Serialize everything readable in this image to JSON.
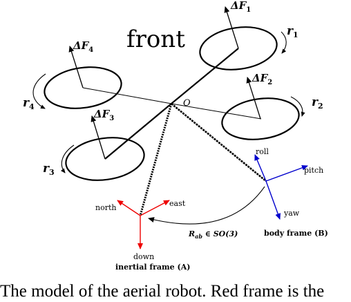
{
  "labels": {
    "front": "front",
    "origin": "O",
    "forces": {
      "f1": {
        "name": "ΔF",
        "sub": "1"
      },
      "f2": {
        "name": "ΔF",
        "sub": "2"
      },
      "f3": {
        "name": "ΔF",
        "sub": "3"
      },
      "f4": {
        "name": "ΔF",
        "sub": "4"
      }
    },
    "rotors": {
      "r1": {
        "name": "r",
        "sub": "1"
      },
      "r2": {
        "name": "r",
        "sub": "2"
      },
      "r3": {
        "name": "r",
        "sub": "3"
      },
      "r4": {
        "name": "r",
        "sub": "4"
      }
    },
    "body_axes": {
      "roll": "roll",
      "pitch": "pitch",
      "yaw": "yaw"
    },
    "inertial_axes": {
      "north": "north",
      "east": "east",
      "down": "down"
    },
    "body_frame": "body frame (B)",
    "inertial_frame": "inertial frame (A)",
    "rotation": {
      "prefix": "R",
      "sub": "ab",
      "suffix": " ∈ SO(3)"
    }
  },
  "caption": "The model of the aerial robot. Red frame is the",
  "colors": {
    "inertial_axes": "#ee0000",
    "body_axes": "#0000cc",
    "ink": "#000000"
  }
}
